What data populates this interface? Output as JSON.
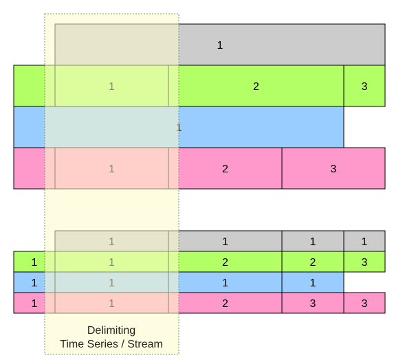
{
  "colors": {
    "gray": "#cccccc",
    "green": "#b3ff66",
    "blue": "#99ccff",
    "pink": "#ff99cc",
    "stroke": "#000000",
    "window_fill": "#fffbc8",
    "window_stroke": "#8a8a6a"
  },
  "top_lanes": [
    {
      "color": "gray",
      "segments": [
        "1"
      ]
    },
    {
      "color": "green",
      "segments": [
        "",
        "1",
        "2",
        "3"
      ]
    },
    {
      "color": "blue",
      "segments": [
        "1"
      ]
    },
    {
      "color": "pink",
      "segments": [
        "",
        "1",
        "2",
        "3"
      ]
    }
  ],
  "bottom_lanes": [
    {
      "color": "gray",
      "segments": [
        "1",
        "1",
        "1",
        "1"
      ]
    },
    {
      "color": "green",
      "segments": [
        "1",
        "1",
        "2",
        "2",
        "3"
      ]
    },
    {
      "color": "blue",
      "segments": [
        "1",
        "1",
        "1",
        "1"
      ]
    },
    {
      "color": "pink",
      "segments": [
        "1",
        "1",
        "2",
        "3",
        "3"
      ]
    }
  ],
  "window": {
    "caption_line1": "Delimiting",
    "caption_line2": "Time Series / Stream"
  }
}
